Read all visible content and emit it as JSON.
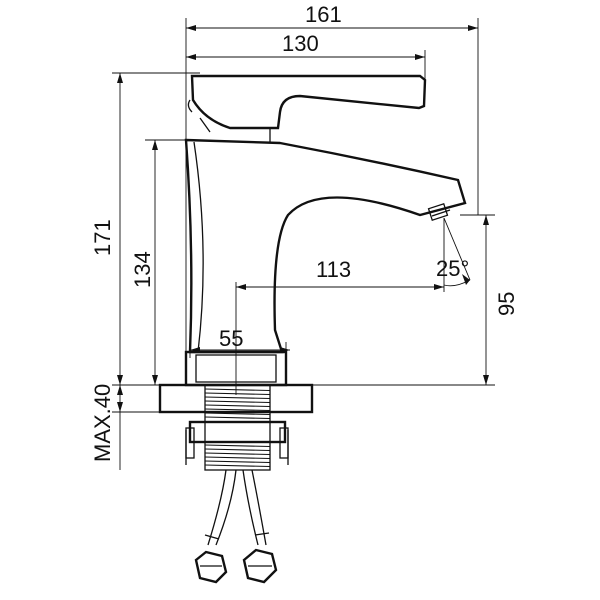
{
  "dimensions": {
    "total_width": "161",
    "handle_width": "130",
    "total_height": "171",
    "body_height": "134",
    "spout_reach": "113",
    "base_diameter": "55",
    "spout_angle": "25°",
    "spout_height": "95",
    "max_deck": "MAX.40"
  }
}
